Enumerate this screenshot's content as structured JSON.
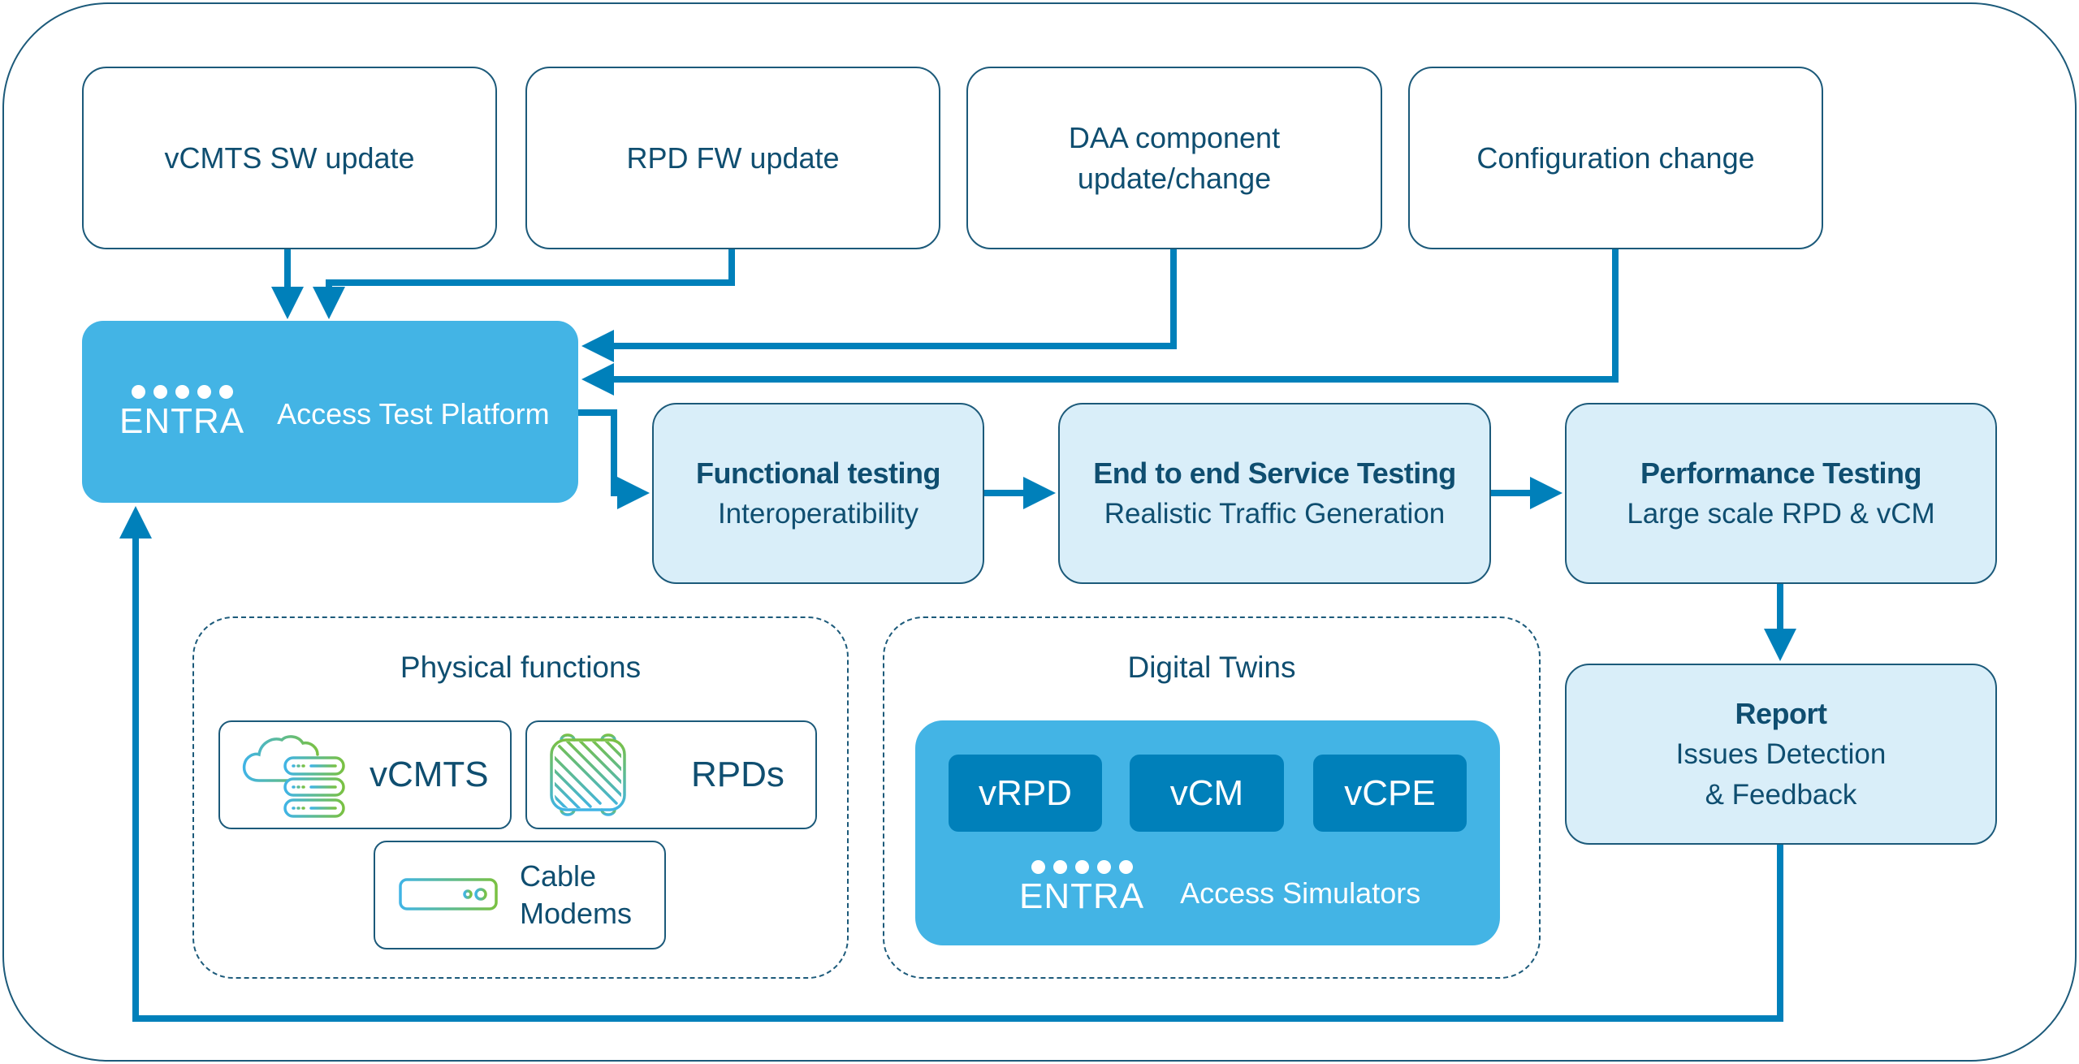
{
  "triggers": [
    {
      "label": "vCMTS SW update"
    },
    {
      "label": "RPD FW update"
    },
    {
      "label": "DAA component update/change"
    },
    {
      "label": "Configuration change"
    }
  ],
  "platform": {
    "logo_text": "ENTRA",
    "title": "Access Test Platform"
  },
  "stages": [
    {
      "title": "Functional testing",
      "subtitle": "Interoperatibility"
    },
    {
      "title": "End to end Service Testing",
      "subtitle": "Realistic Traffic Generation"
    },
    {
      "title": "Performance Testing",
      "subtitle": "Large scale RPD & vCM"
    }
  ],
  "report": {
    "title": "Report",
    "line1": "Issues Detection",
    "line2": "& Feedback"
  },
  "physical_functions": {
    "title": "Physical functions",
    "items": [
      {
        "label": "vCMTS",
        "icon": "cloud-server-icon"
      },
      {
        "label": "RPDs",
        "icon": "rpd-device-icon"
      },
      {
        "label": "Cable Modems",
        "icon": "cable-modem-icon"
      }
    ]
  },
  "digital_twins": {
    "title": "Digital Twins",
    "items": [
      {
        "label": "vRPD"
      },
      {
        "label": "vCM"
      },
      {
        "label": "vCPE"
      }
    ],
    "logo_text": "ENTRA",
    "caption": "Access Simulators"
  },
  "colors": {
    "border": "#1c5a7a",
    "text": "#0f4e70",
    "arrow": "#0080ba",
    "platform_fill": "#43b4e5",
    "stage_fill": "#d9eef9",
    "twin_box_fill": "#0080ba",
    "icon_gradient_cyan": "#40b4e5",
    "icon_gradient_green": "#7ac143"
  }
}
